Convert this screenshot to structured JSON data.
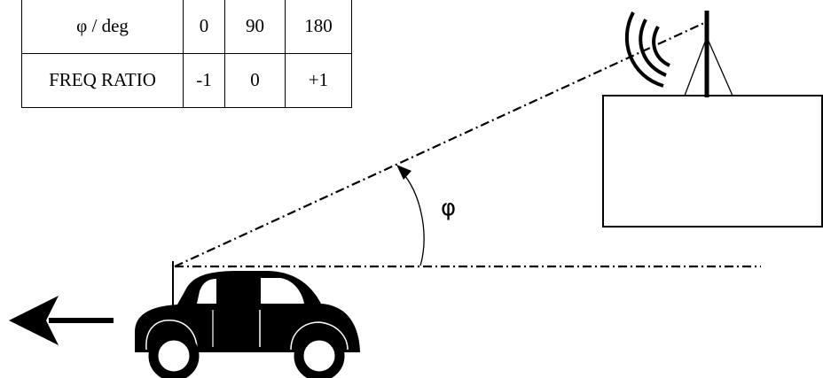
{
  "table": {
    "rows": [
      {
        "header": "φ / deg",
        "values": [
          "0",
          "90",
          "180"
        ]
      },
      {
        "header": "FREQ RATIO",
        "values": [
          "-1",
          "0",
          "+1"
        ]
      }
    ]
  },
  "angle_label": "φ",
  "colors": {
    "ink": "#000000",
    "background": "#ffffff"
  }
}
